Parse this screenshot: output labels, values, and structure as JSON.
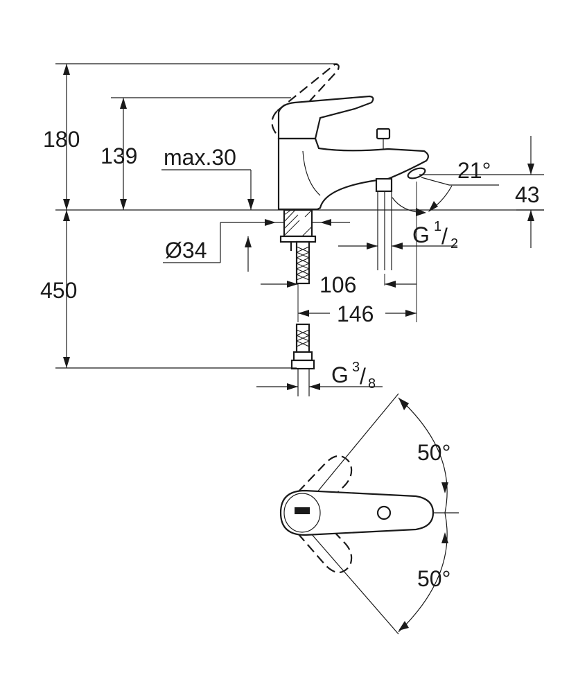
{
  "colors": {
    "line": "#1a1a1a",
    "background": "#ffffff"
  },
  "dimensions": {
    "height_lever_open": "180",
    "height_lever_closed": "139",
    "max_deck_thickness": "max.30",
    "mount_hole_diameter": "Ø34",
    "spout_angle": "21°",
    "spout_outlet_height": "43",
    "hose_length": "450",
    "diverter_offset": "106",
    "spout_projection": "146"
  },
  "threads": {
    "outlet": {
      "base": "G",
      "num": "1",
      "den": "2"
    },
    "inlet": {
      "base": "G",
      "num": "3",
      "den": "8"
    }
  },
  "top_view": {
    "rotation_up": "50°",
    "rotation_down": "50°"
  }
}
